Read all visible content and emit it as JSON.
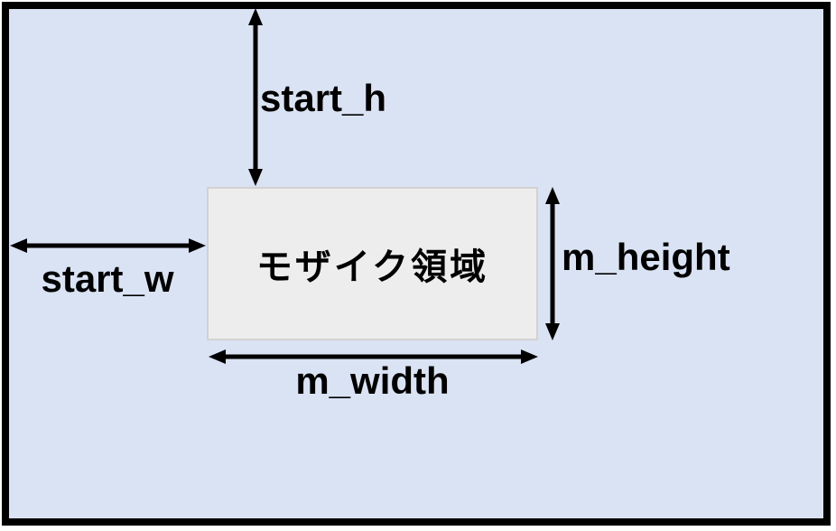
{
  "colors": {
    "canvas_bg": "#ffffff",
    "frame_bg": "#dae3f3",
    "frame_border": "#000000",
    "box_fill": "#ededed",
    "box_border": "#d2d2d2",
    "arrow": "#000000",
    "text": "#000000"
  },
  "diagram": {
    "mosaic_box": {
      "label": "モザイク領域"
    },
    "labels": {
      "start_h": "start_h",
      "start_w": "start_w",
      "m_height": "m_height",
      "m_width": "m_width"
    }
  }
}
